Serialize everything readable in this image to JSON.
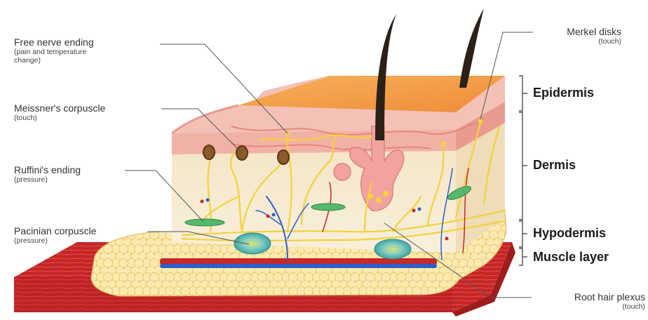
{
  "labels": {
    "free_nerve_ending": {
      "title": "Free nerve ending",
      "note": "(pain and temperature change)",
      "note_line1": "(pain and temperature",
      "note_line2": "change)"
    },
    "meissner": {
      "title": "Meissner's corpuscle",
      "note": "(touch)"
    },
    "ruffini": {
      "title": "Ruffini's ending",
      "note": "(pressure)"
    },
    "pacinian": {
      "title": "Pacinian corpuscle",
      "note": "(pressure)"
    },
    "merkel": {
      "title": "Merkel disks",
      "note": "(touch)"
    },
    "root_hair": {
      "title": "Root hair plexus",
      "note": "(touch)"
    }
  },
  "layers": {
    "epidermis": "Epidermis",
    "dermis": "Dermis",
    "hypodermis": "Hypodermis",
    "muscle": "Muscle layer"
  },
  "colors": {
    "epidermis_top": "#f4a24a",
    "epidermis_pink": "#f0a9a0",
    "dermis": "#f7ecd6",
    "fat": "#f7e39a",
    "muscle": "#c62828",
    "nerve": "#f2d33a",
    "vein": "#2b5fc9",
    "artery": "#c62828",
    "hair": "#2b2118",
    "corpuscle_green": "#55b86a"
  }
}
